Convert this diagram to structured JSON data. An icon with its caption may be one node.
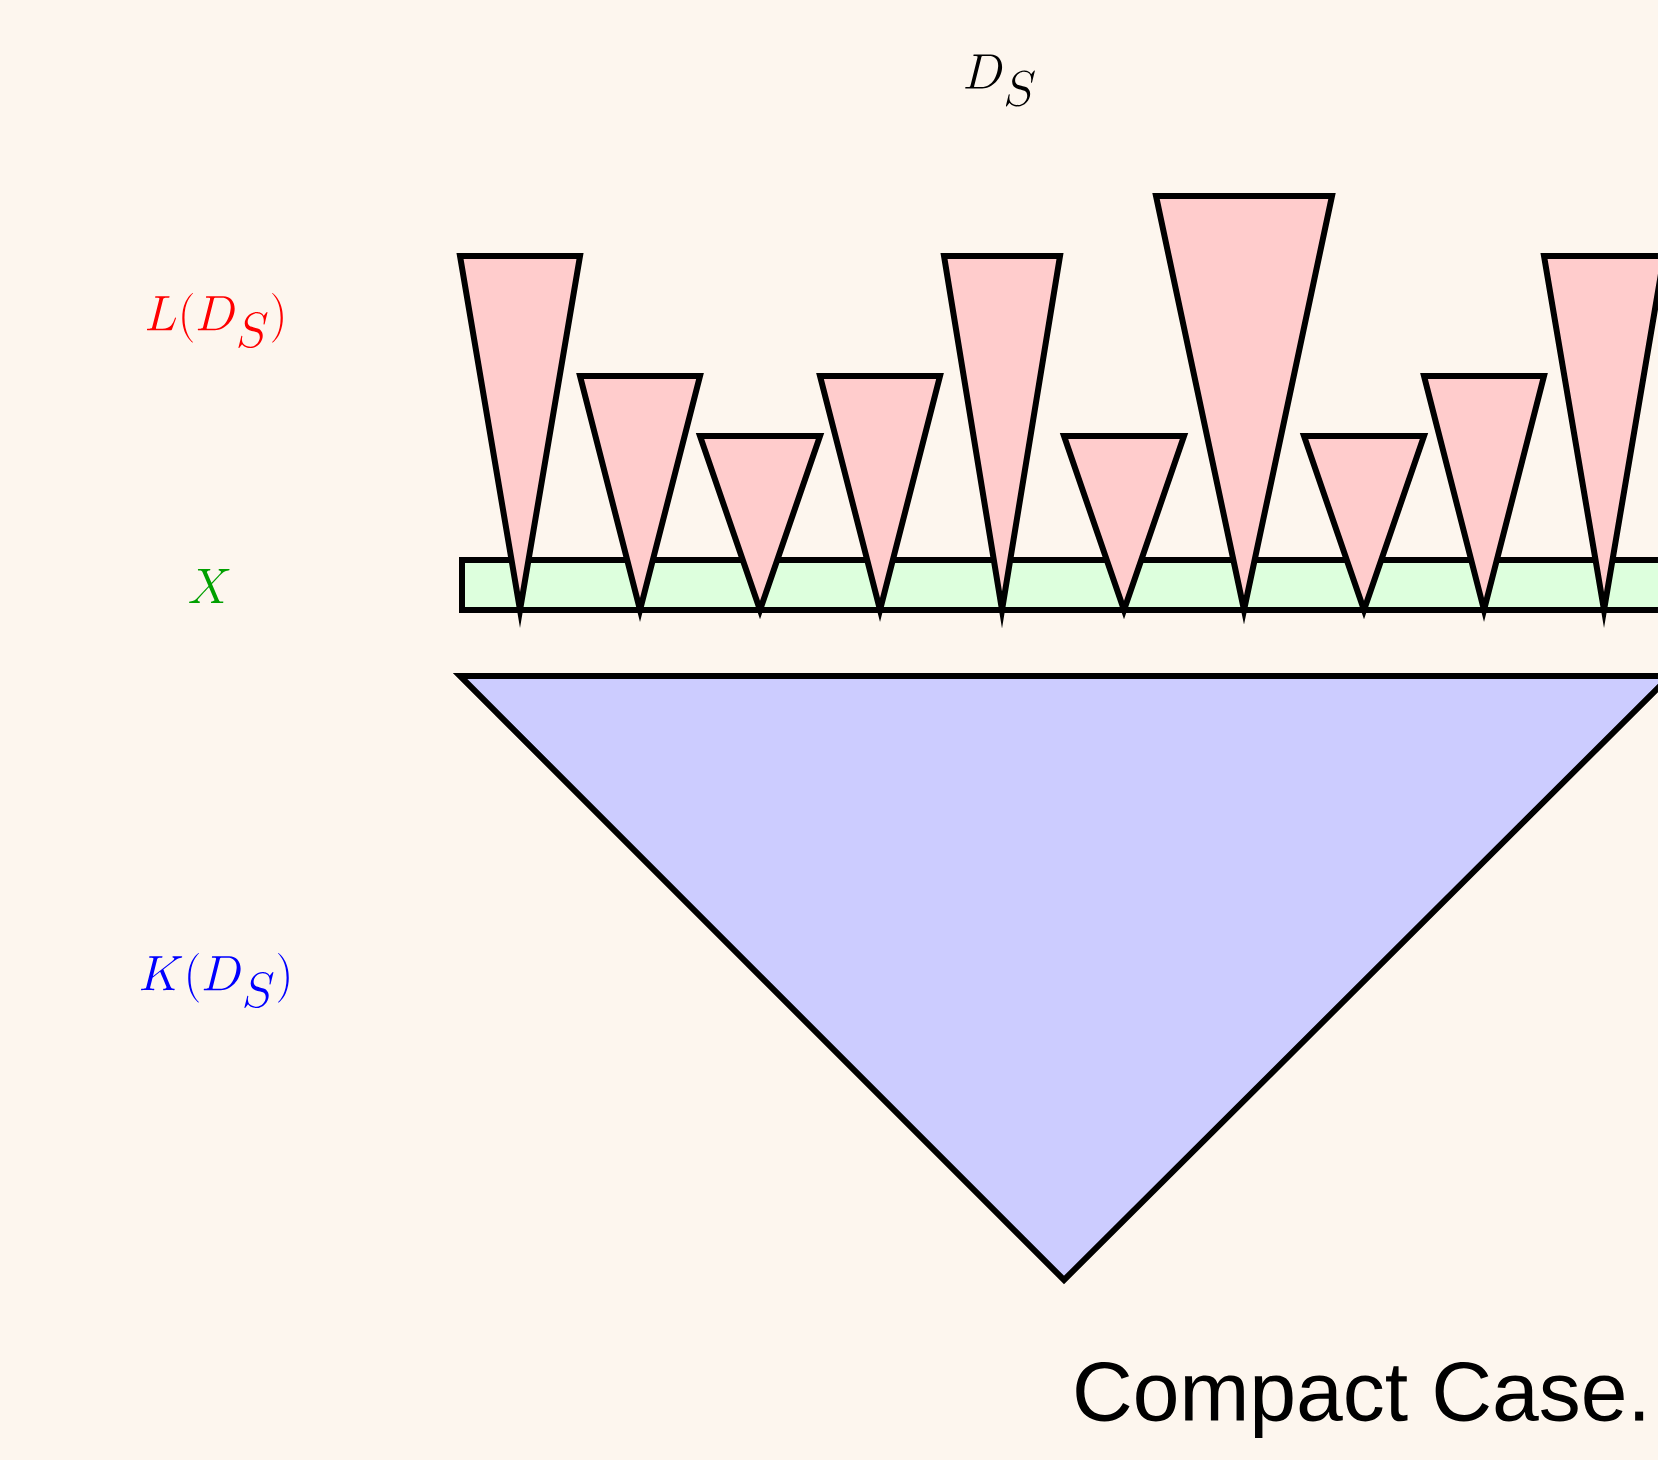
{
  "diagram": {
    "title": "D_S",
    "labels": [
      "L(D_S)",
      "X",
      "K(D_S)"
    ],
    "caption": "Compact Case."
  }
}
